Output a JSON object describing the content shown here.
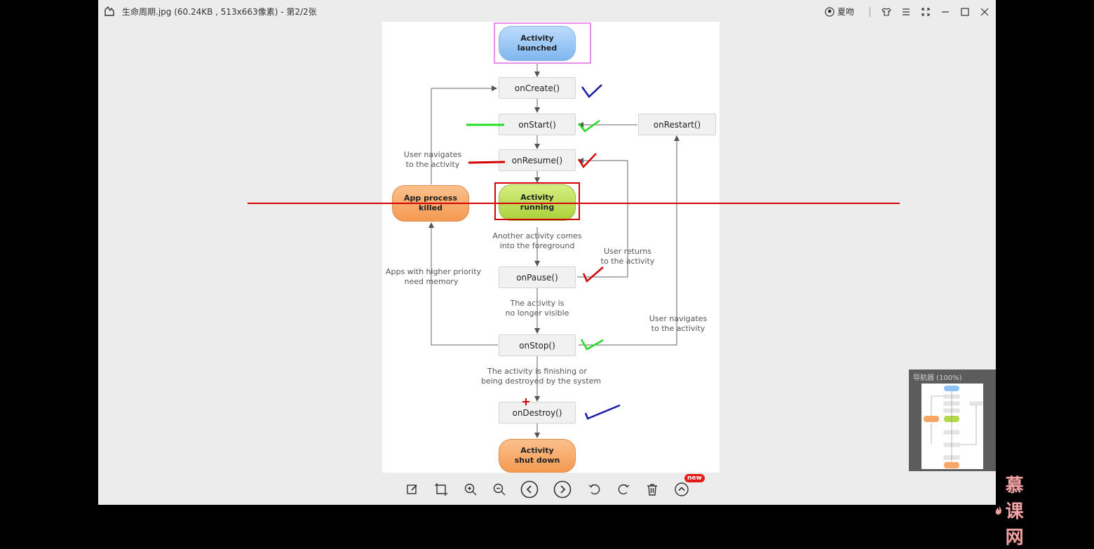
{
  "window": {
    "title": "生命周期.jpg (60.24KB , 513x663像素) - 第2/2张",
    "user_name": "夏吻"
  },
  "diagram": {
    "nodes": {
      "launched_line1": "Activity",
      "launched_line2": "launched",
      "on_create": "onCreate()",
      "on_start": "onStart()",
      "on_restart": "onRestart()",
      "on_resume": "onResume()",
      "running_line1": "Activity",
      "running_line2": "running",
      "killed_line1": "App process",
      "killed_line2": "killed",
      "on_pause": "onPause()",
      "on_stop": "onStop()",
      "on_destroy": "onDestroy()",
      "shutdown_line1": "Activity",
      "shutdown_line2": "shut down"
    },
    "labels": {
      "user_navigates_left_1": "User navigates",
      "user_navigates_left_2": "to the activity",
      "another_activity_1": "Another activity comes",
      "another_activity_2": "into the foreground",
      "user_returns_1": "User returns",
      "user_returns_2": "to the activity",
      "higher_priority_1": "Apps with higher priority",
      "higher_priority_2": "need memory",
      "no_longer_visible_1": "The activity is",
      "no_longer_visible_2": "no longer visible",
      "user_navigates_right_1": "User navigates",
      "user_navigates_right_2": "to the activity",
      "finishing_1": "The activity is finishing or",
      "finishing_2": "being destroyed by the system"
    },
    "colors": {
      "launched": "#8fc3f5",
      "running": "#b4d94a",
      "orange": "#f7a765",
      "annotation_red": "#d40000",
      "annotation_green": "#22dd22",
      "annotation_blue": "#1a1aa8",
      "annotation_magenta": "#e98ee9"
    }
  },
  "toolbar": {
    "new_badge": "new",
    "icons": [
      "edit-icon",
      "crop-icon",
      "zoom-in-icon",
      "zoom-out-icon",
      "previous-icon",
      "next-icon",
      "rotate-left-icon",
      "rotate-right-icon",
      "delete-icon",
      "upload-icon"
    ]
  },
  "navigator": {
    "title": "导航器 (100%)"
  },
  "watermark": {
    "text": "慕课网"
  }
}
